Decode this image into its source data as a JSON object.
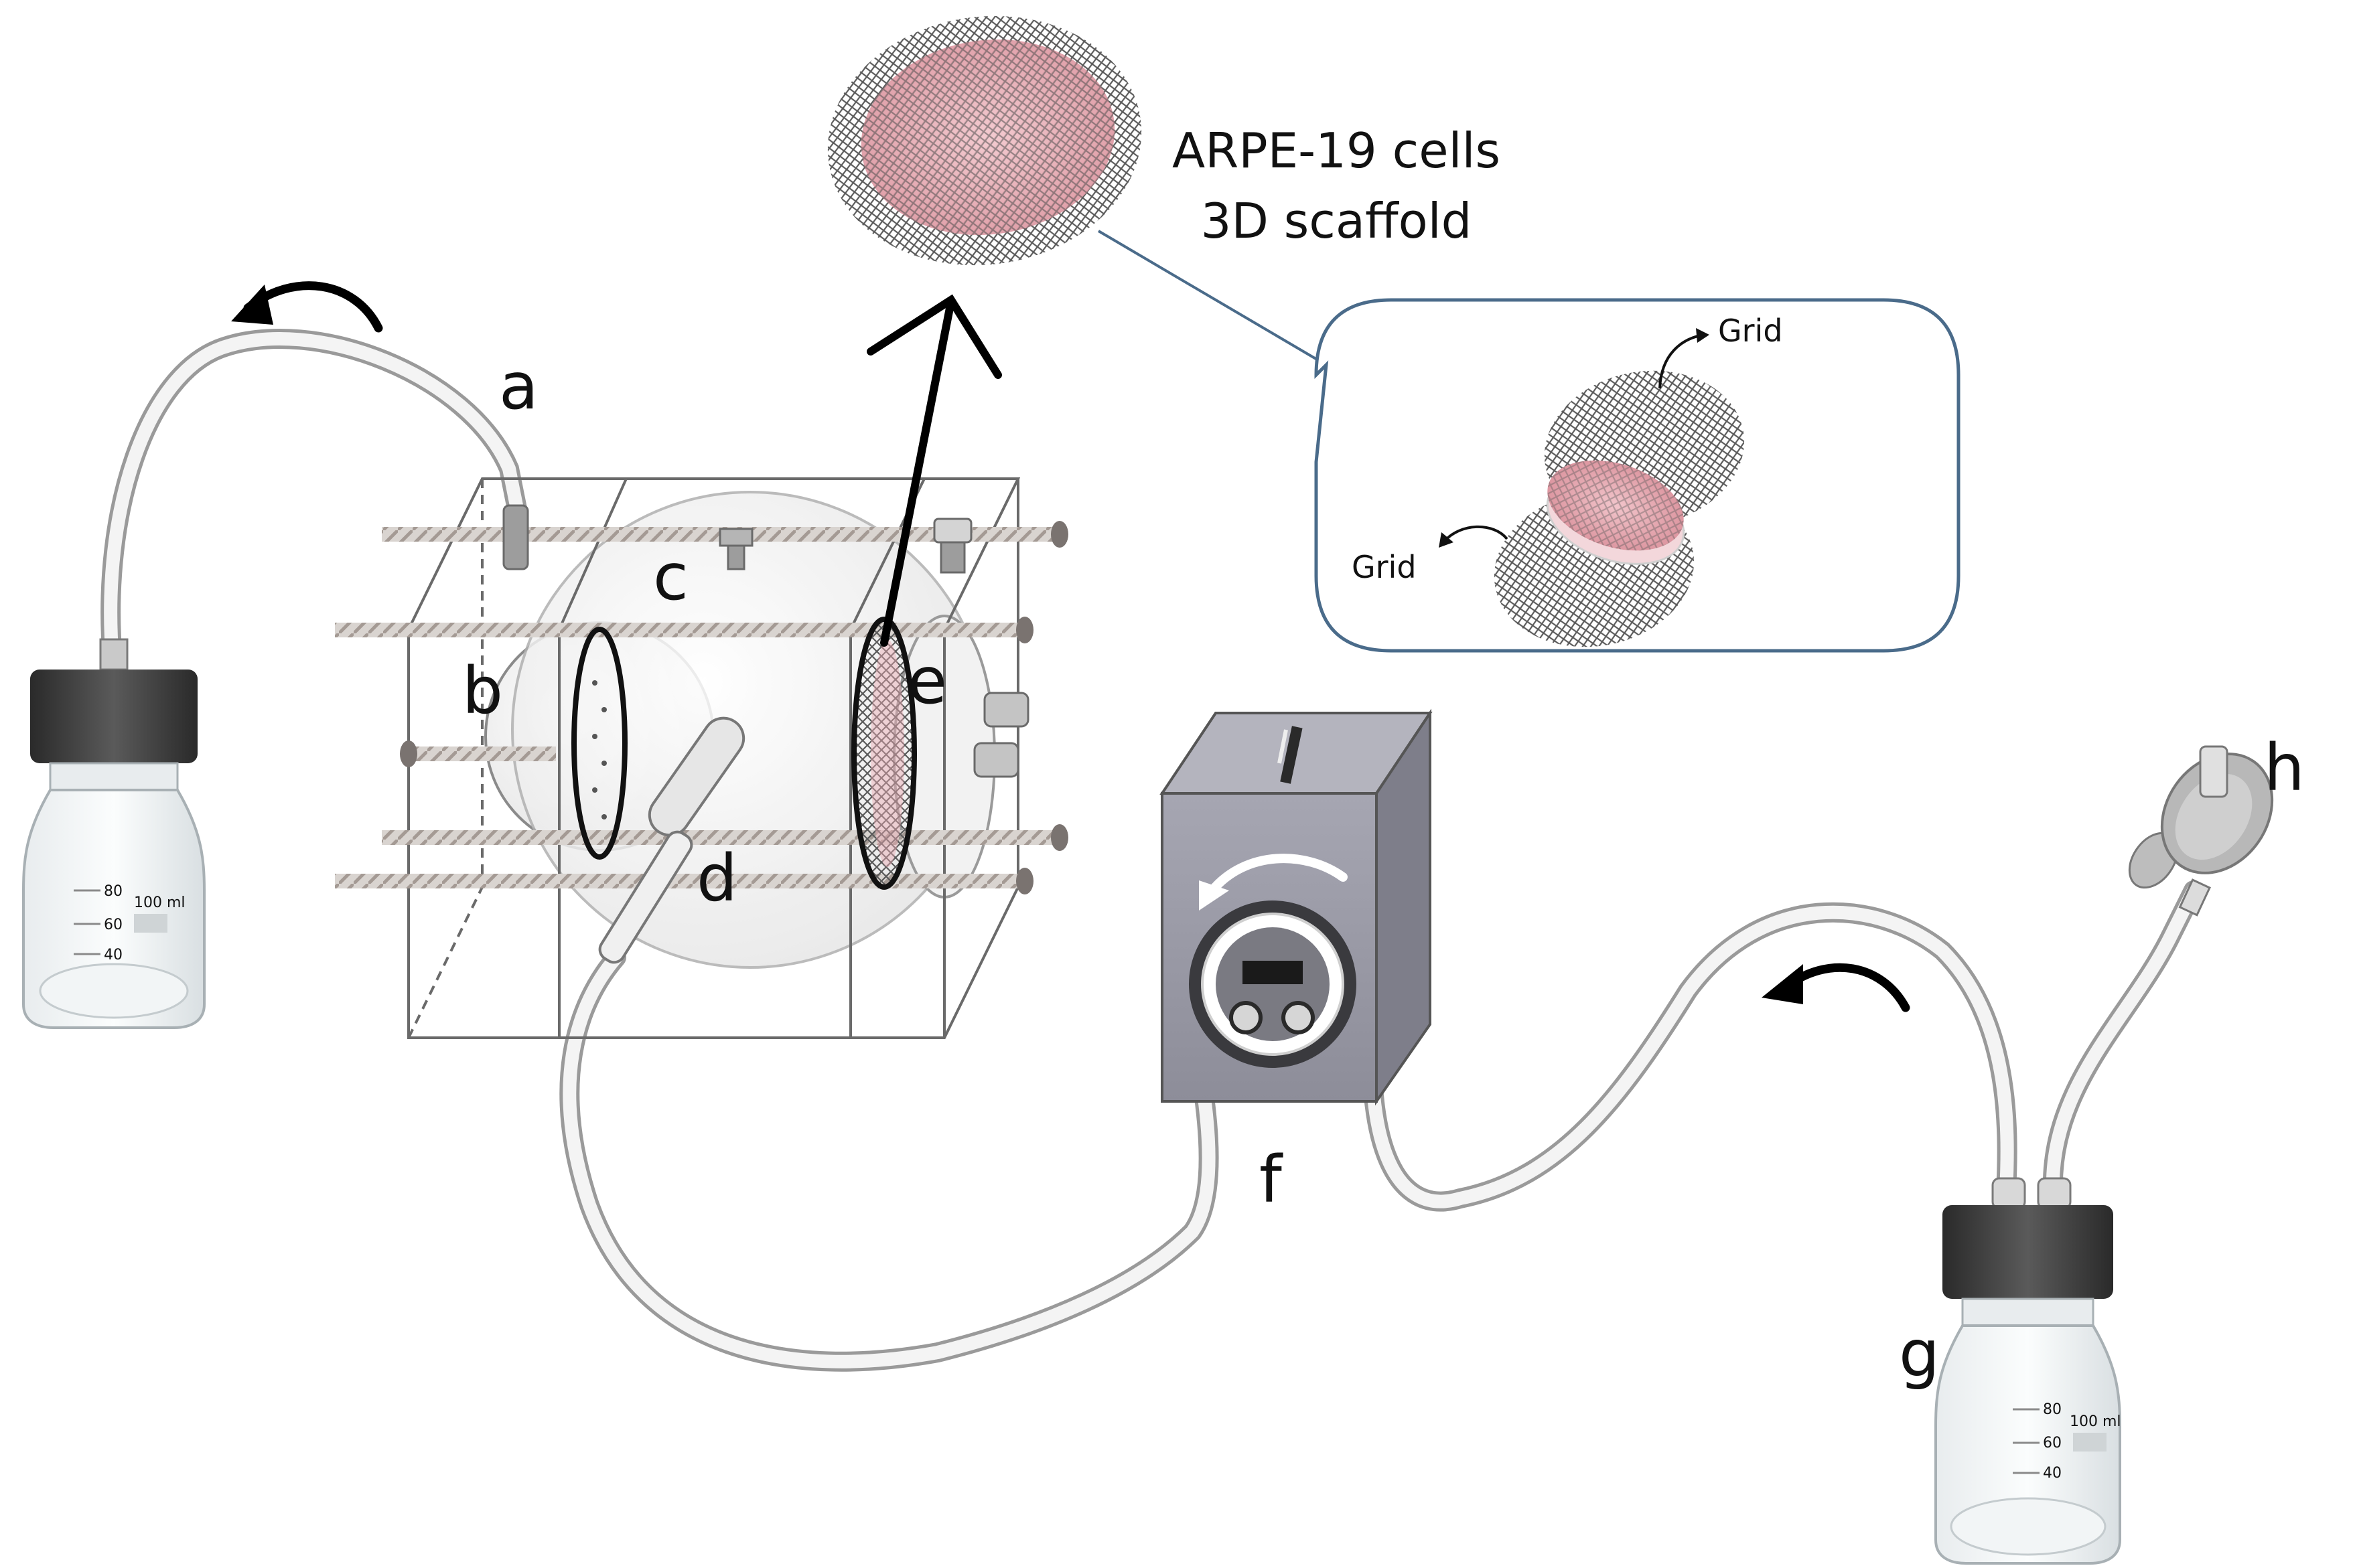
{
  "labels": {
    "a": "a",
    "b": "b",
    "c": "c",
    "d": "d",
    "e": "e",
    "f": "f",
    "g": "g",
    "h": "h"
  },
  "scaffold": {
    "title_line1": "ARPE-19 cells",
    "title_line2": "3D scaffold"
  },
  "inset": {
    "grid_top": "Grid",
    "grid_bottom": "Grid"
  },
  "bottle_left": {
    "volume": "100 ml",
    "grad_80": "80",
    "grad_60": "60",
    "grad_40": "40"
  },
  "bottle_right": {
    "volume": "100 ml",
    "grad_80": "80",
    "grad_60": "60",
    "grad_40": "40"
  },
  "colors": {
    "tube": "#f2f2f2",
    "tube_outline": "#888888",
    "pump_body": "#9a9aa6",
    "scaffold_pink": "#e8a9b2",
    "mesh": "#6a6a6a",
    "inset_border": "#4a6b8a",
    "cap": "#3a3a3a"
  }
}
